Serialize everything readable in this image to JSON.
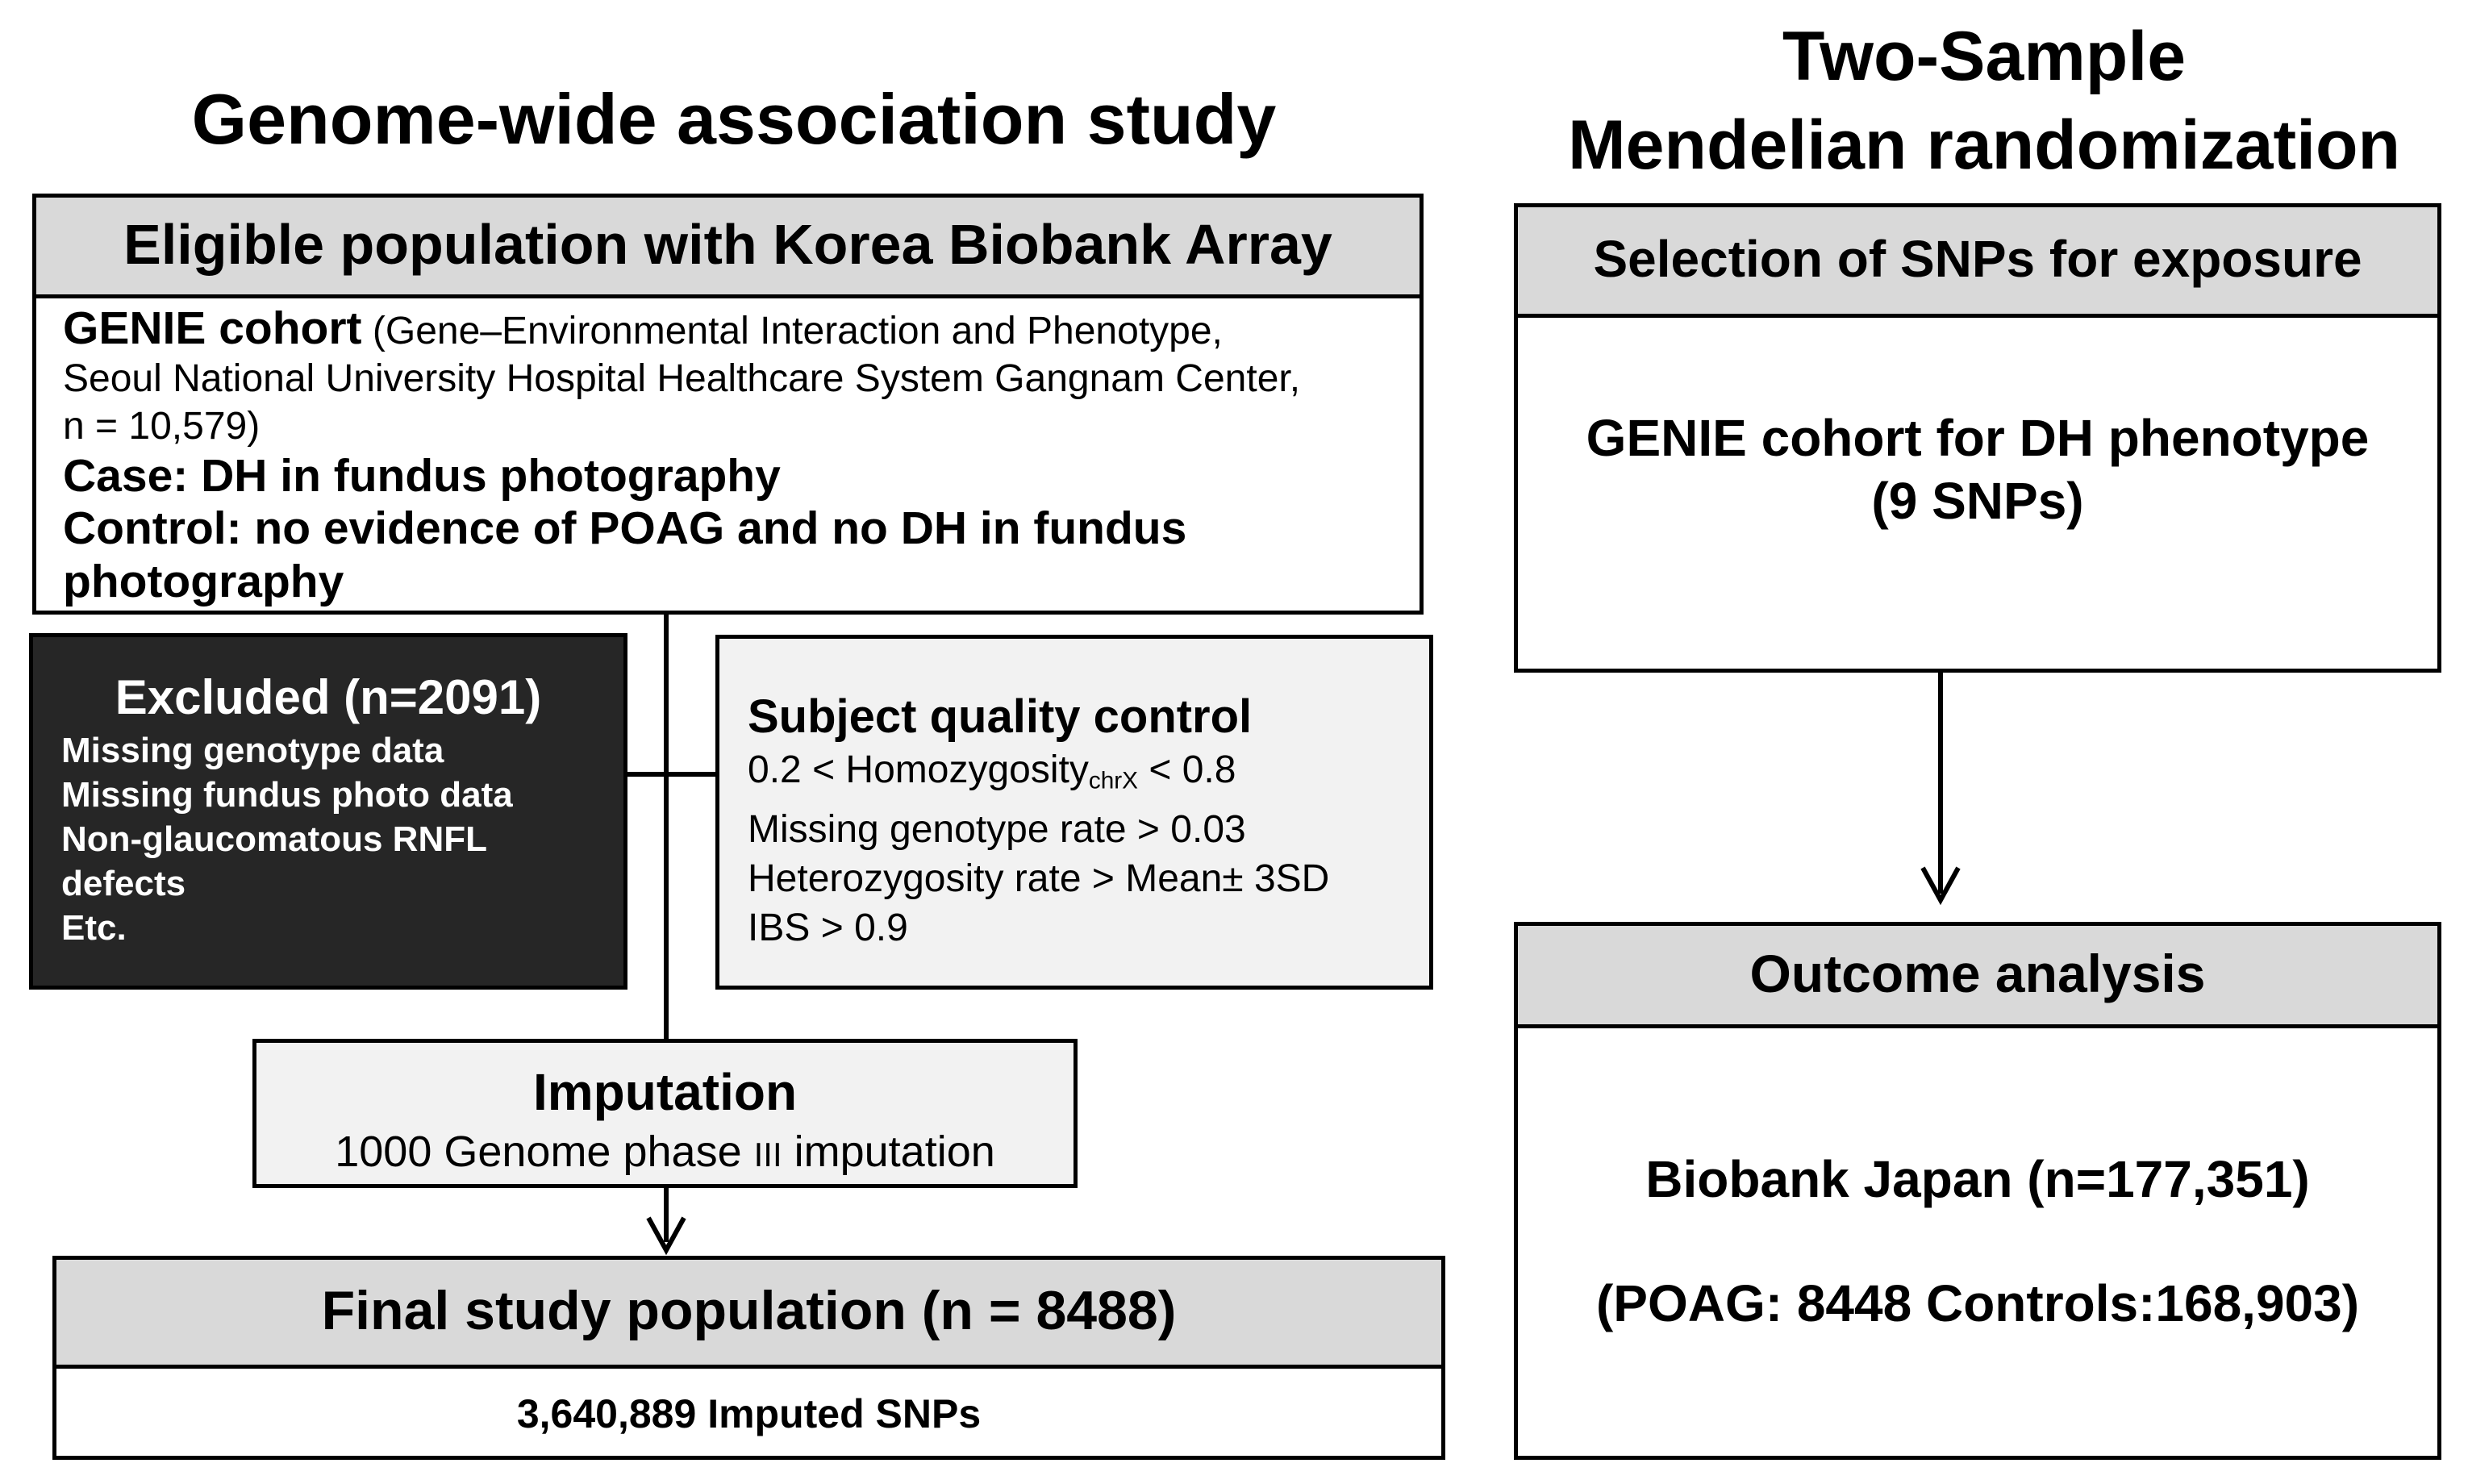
{
  "gwas": {
    "title": "Genome-wide association study",
    "eligible": {
      "header": "Eligible population with Korea Biobank Array",
      "cohort_name": "GENIE cohort",
      "cohort_desc_1": " (Gene–Environmental Interaction and Phenotype,",
      "cohort_desc_2": "Seoul National University Hospital Healthcare System Gangnam Center,",
      "cohort_desc_3": "n = 10,579)",
      "case": "Case: DH in fundus photography",
      "control_1": "Control: no evidence of POAG and no DH in  fundus",
      "control_2": "photography"
    },
    "excluded": {
      "title": "Excluded (n=2091)",
      "items": [
        "Missing genotype data",
        "Missing fundus photo data",
        "Non-glaucomatous RNFL",
        "defects",
        "Etc."
      ]
    },
    "qc": {
      "title": "Subject quality control",
      "homo_pre": "0.2 < Homozygosity",
      "homo_sub": "chrX",
      "homo_post": " < 0.8",
      "line2": "Missing genotype rate > 0.03",
      "line3": "Heterozygosity rate > Mean± 3SD",
      "line4": "IBS > 0.9"
    },
    "imputation": {
      "title": "Imputation",
      "detail_pre": "1000 Genome phase ",
      "detail_roman": "III",
      "detail_post": " imputation"
    },
    "final": {
      "header": "Final study population (n = 8488)",
      "detail": "3,640,889 Imputed SNPs"
    }
  },
  "mr": {
    "title_1": "Two-Sample",
    "title_2": "Mendelian randomization",
    "selection": {
      "header": "Selection of SNPs for exposure",
      "line1": "GENIE cohort for DH phenotype",
      "line2": "(9 SNPs)"
    },
    "outcome": {
      "header": "Outcome analysis",
      "line1": "Biobank Japan (n=177,351)",
      "line2": "(POAG: 8448 Controls:168,903)"
    }
  }
}
